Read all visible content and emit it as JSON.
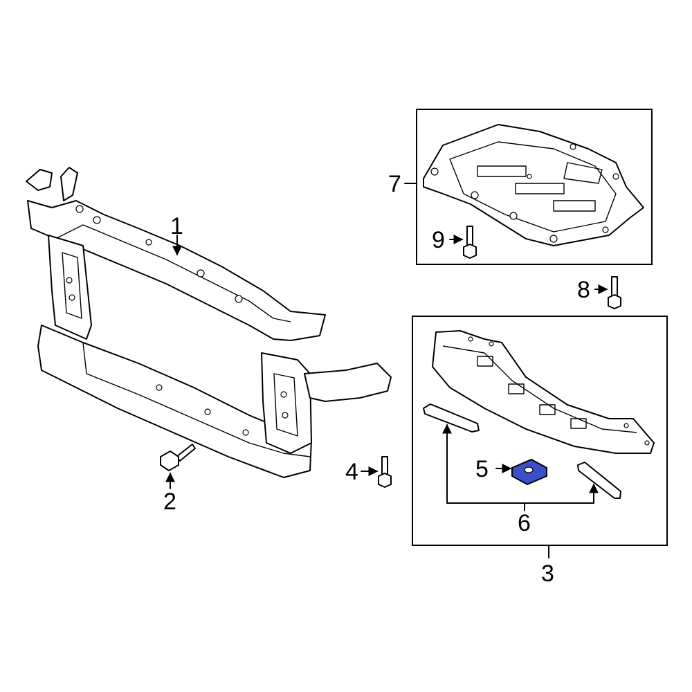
{
  "callouts": {
    "c1": "1",
    "c2": "2",
    "c3": "3",
    "c4": "4",
    "c5": "5",
    "c6": "6",
    "c7": "7",
    "c8": "8",
    "c9": "9"
  },
  "colors": {
    "line": "#000000",
    "background": "#ffffff",
    "highlight": "#3a50c8"
  }
}
